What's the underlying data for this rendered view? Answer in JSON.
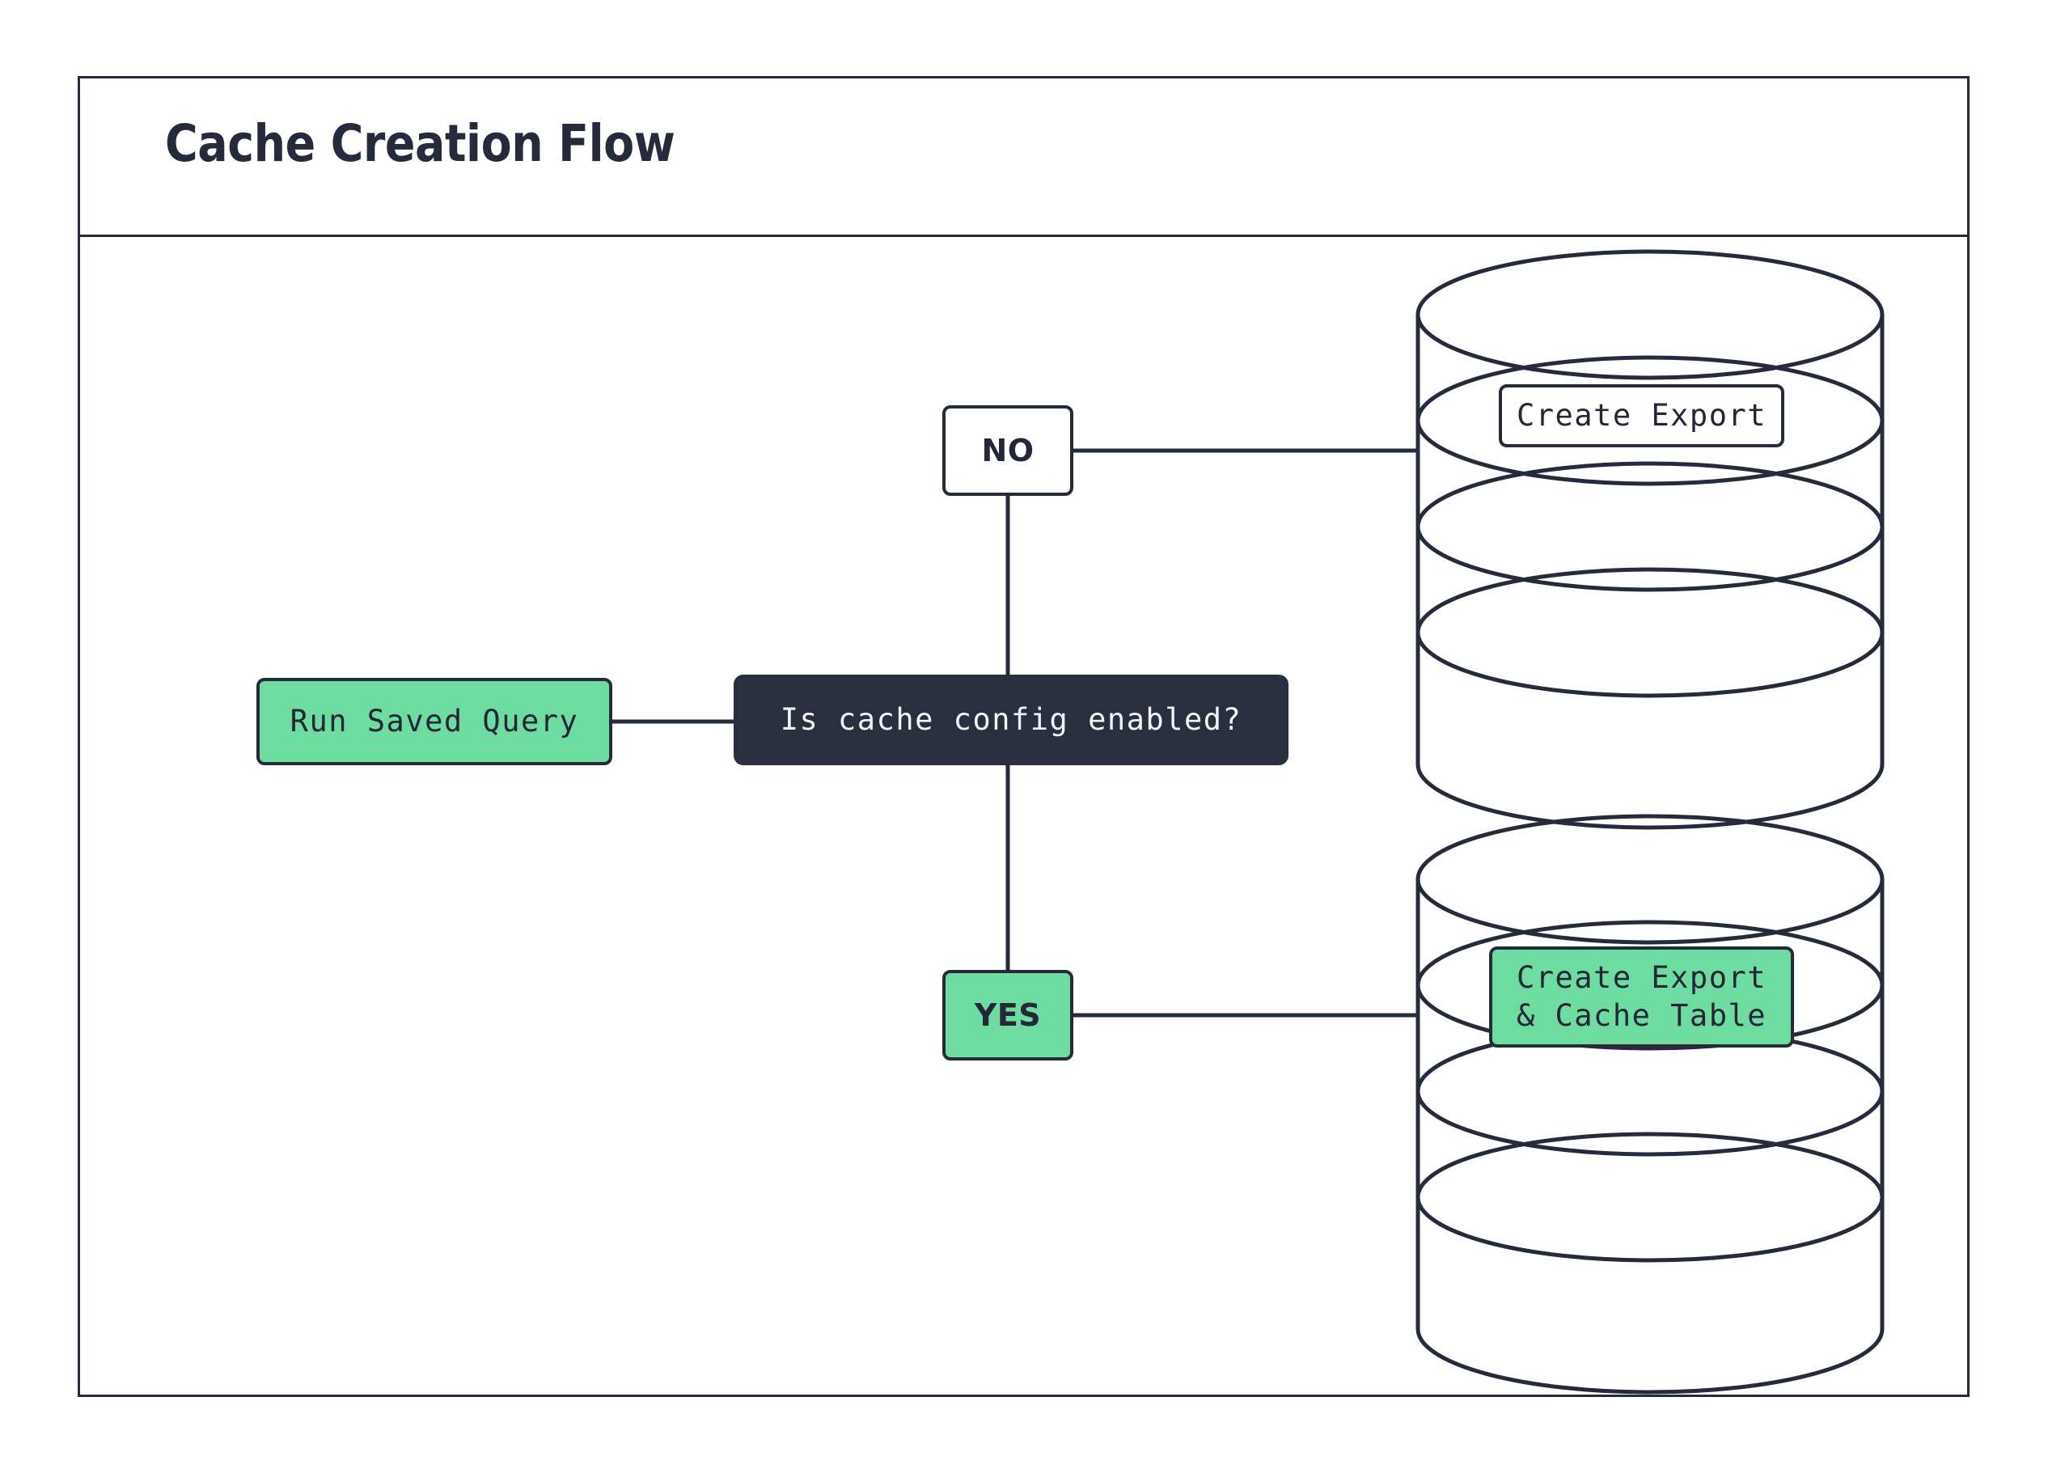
{
  "diagram": {
    "title": "Cache Creation Flow",
    "type": "flowchart",
    "colors": {
      "stroke": "#262B3C",
      "decision_fill": "#2A2F3F",
      "decision_text": "#F2F3F5",
      "accent_green": "#6EDCA0",
      "node_text": "#232736",
      "background": "#FFFFFF"
    },
    "nodes": [
      {
        "id": "run-saved-query",
        "label": "Run Saved Query",
        "shape": "rounded-rect",
        "fill": "#6EDCA0"
      },
      {
        "id": "decision",
        "label": "Is cache config enabled?",
        "shape": "rounded-rect",
        "fill": "#2A2F3F"
      },
      {
        "id": "branch-no",
        "label": "NO",
        "shape": "rounded-rect",
        "fill": "#FFFFFF"
      },
      {
        "id": "branch-yes",
        "label": "YES",
        "shape": "rounded-rect",
        "fill": "#6EDCA0"
      },
      {
        "id": "database-export",
        "label": "Create Export",
        "shape": "database-cylinder",
        "fill": "#FFFFFF"
      },
      {
        "id": "database-export-cache",
        "label": "Create Export\n& Cache Table",
        "shape": "database-cylinder",
        "fill": "#6EDCA0"
      }
    ],
    "edges": [
      {
        "from": "run-saved-query",
        "to": "decision",
        "label": ""
      },
      {
        "from": "decision",
        "to": "branch-no",
        "label": "NO"
      },
      {
        "from": "decision",
        "to": "branch-yes",
        "label": "YES"
      },
      {
        "from": "branch-no",
        "to": "database-export",
        "label": ""
      },
      {
        "from": "branch-yes",
        "to": "database-export-cache",
        "label": ""
      }
    ]
  }
}
